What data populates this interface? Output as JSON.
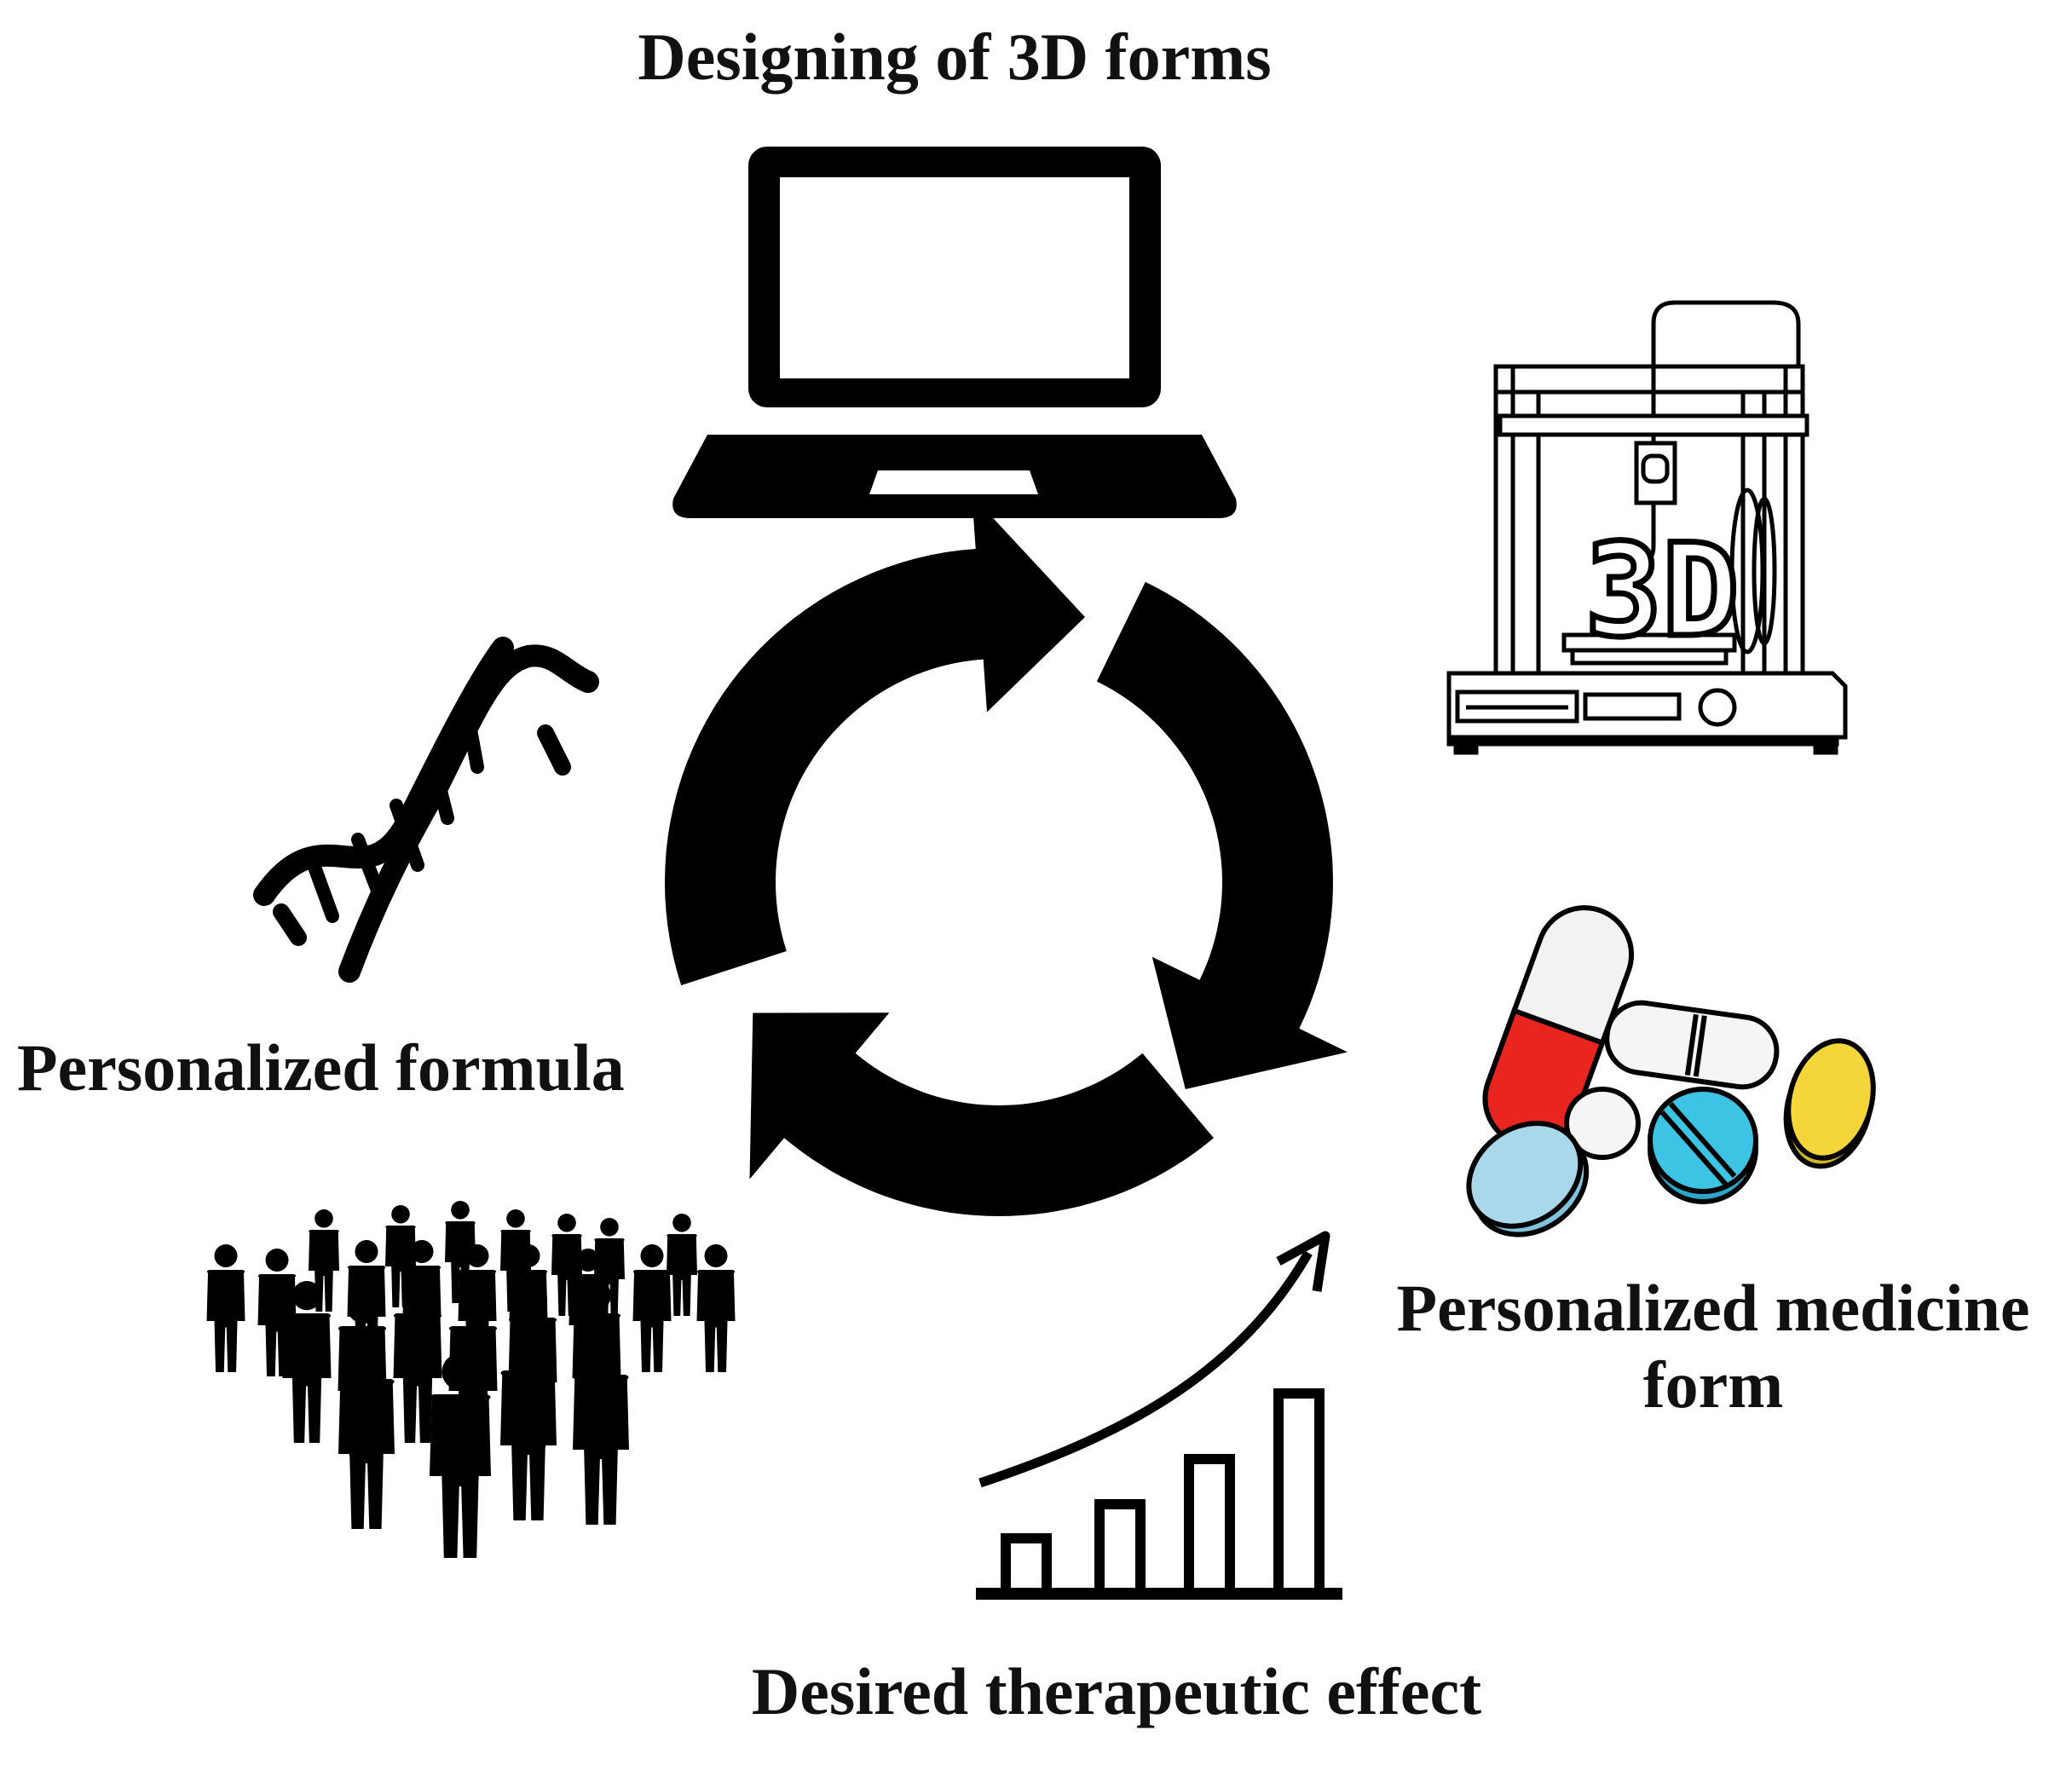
{
  "labels": {
    "top": "Designing of 3D forms",
    "left": "Personalized formula",
    "right_line1": "Personalized medicine",
    "right_line2": "form",
    "bottom": "Desired therapeutic effect"
  },
  "printer_text": "3D",
  "colors": {
    "ink": "#000000",
    "capsule_red": "#e8251f",
    "capsule_white": "#f2f2f2",
    "pill_blue_light": "#a9d8ea",
    "pill_cyan": "#3dc4e4",
    "pill_yellow": "#f4d63b",
    "pill_white": "#f5f5f5"
  },
  "icons": [
    "laptop-icon",
    "printer-3d-icon",
    "dna-icon",
    "pills-icon",
    "crowd-icon",
    "bar-growth-icon",
    "cycle-arrows-icon"
  ]
}
